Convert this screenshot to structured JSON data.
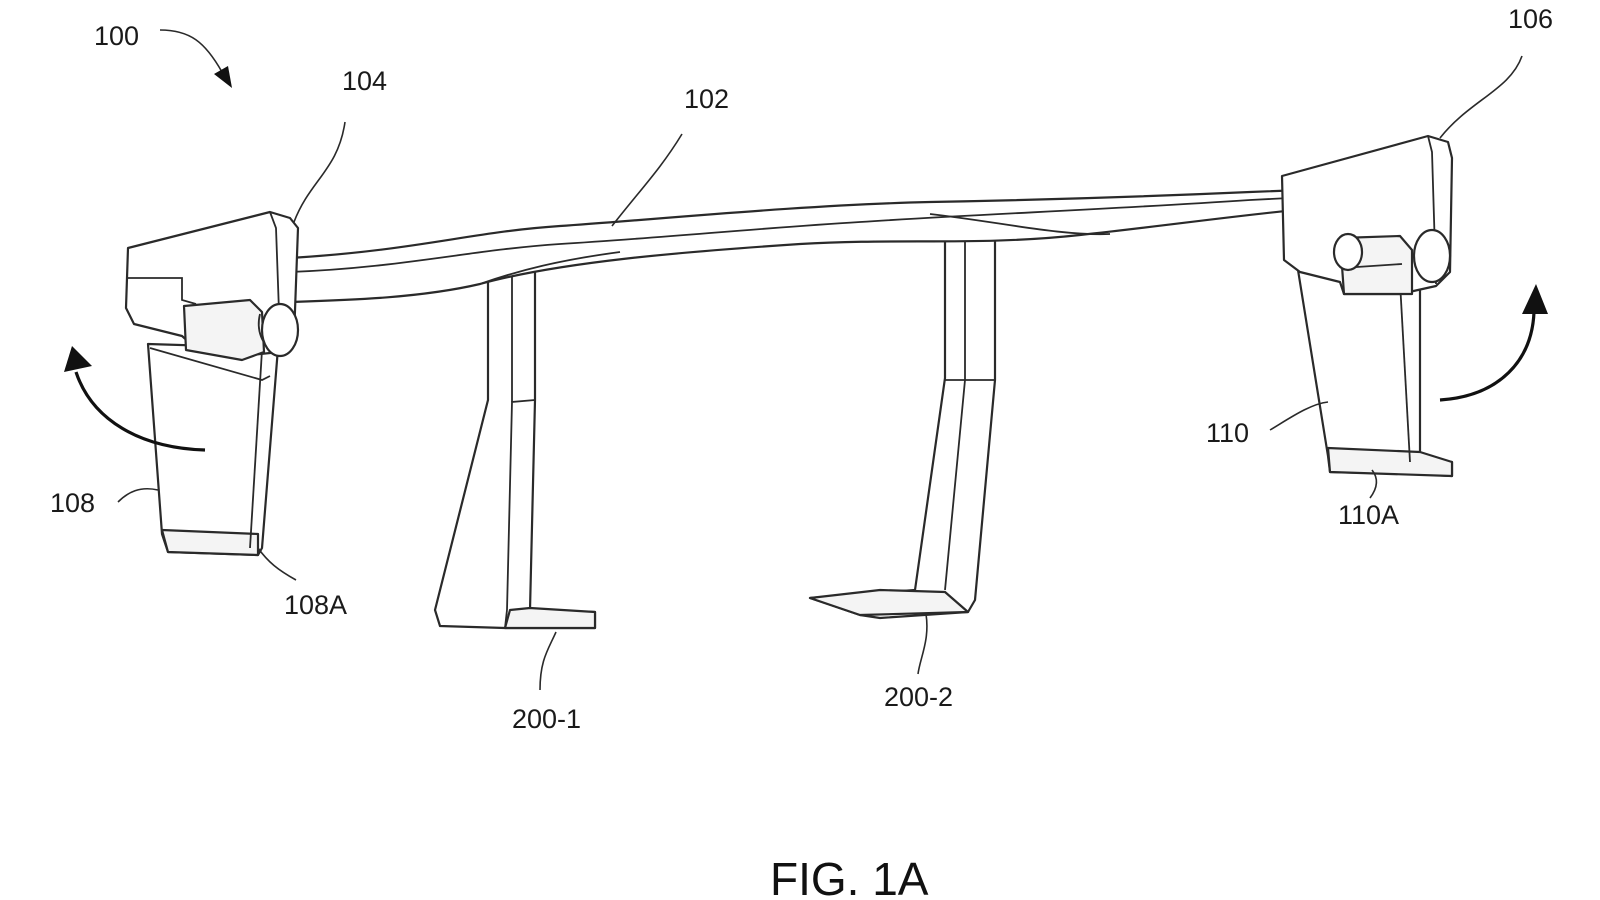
{
  "figure": {
    "caption": "FIG. 1A",
    "refs": {
      "r100": "100",
      "r102": "102",
      "r104": "104",
      "r106": "106",
      "r108": "108",
      "r108a": "108A",
      "r110": "110",
      "r110a": "110A",
      "r200_1": "200-1",
      "r200_2": "200-2"
    }
  }
}
